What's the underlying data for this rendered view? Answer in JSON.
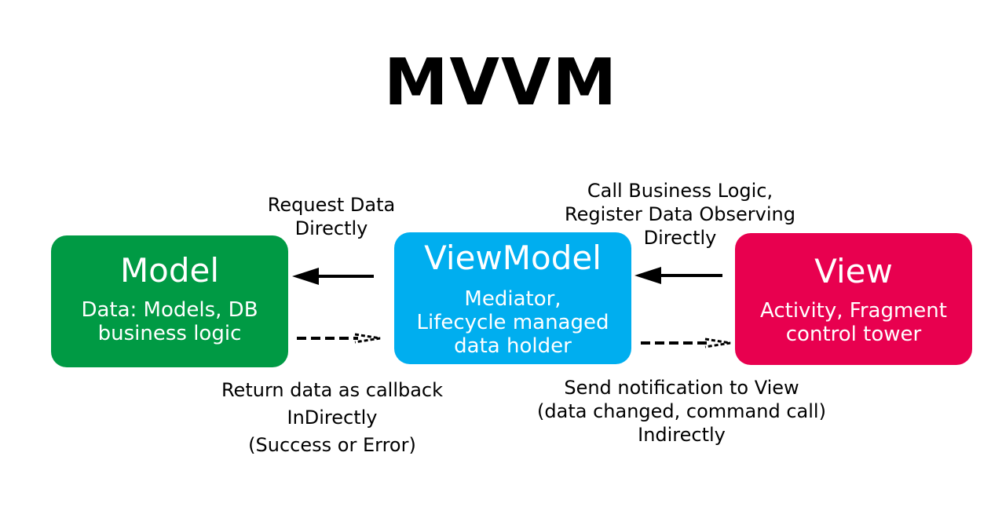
{
  "title": "MVVM",
  "colors": {
    "model": "#009a44",
    "viewmodel": "#00aeef",
    "view": "#e8004f"
  },
  "boxes": {
    "model": {
      "title": "Model",
      "desc": "Data: Models, DB\nbusiness logic"
    },
    "viewmodel": {
      "title": "ViewModel",
      "desc": "Mediator,\nLifecycle managed\ndata holder"
    },
    "view": {
      "title": "View",
      "desc": "Activity, Fragment\ncontrol tower"
    }
  },
  "labels": {
    "request": "Request Data\nDirectly",
    "call": "Call Business Logic,\nRegister Data Observing\nDirectly",
    "return": "Return data as callback\nInDirectly\n(Success or Error)",
    "send": "Send notification to View\n(data changed, command call)\nIndirectly"
  }
}
